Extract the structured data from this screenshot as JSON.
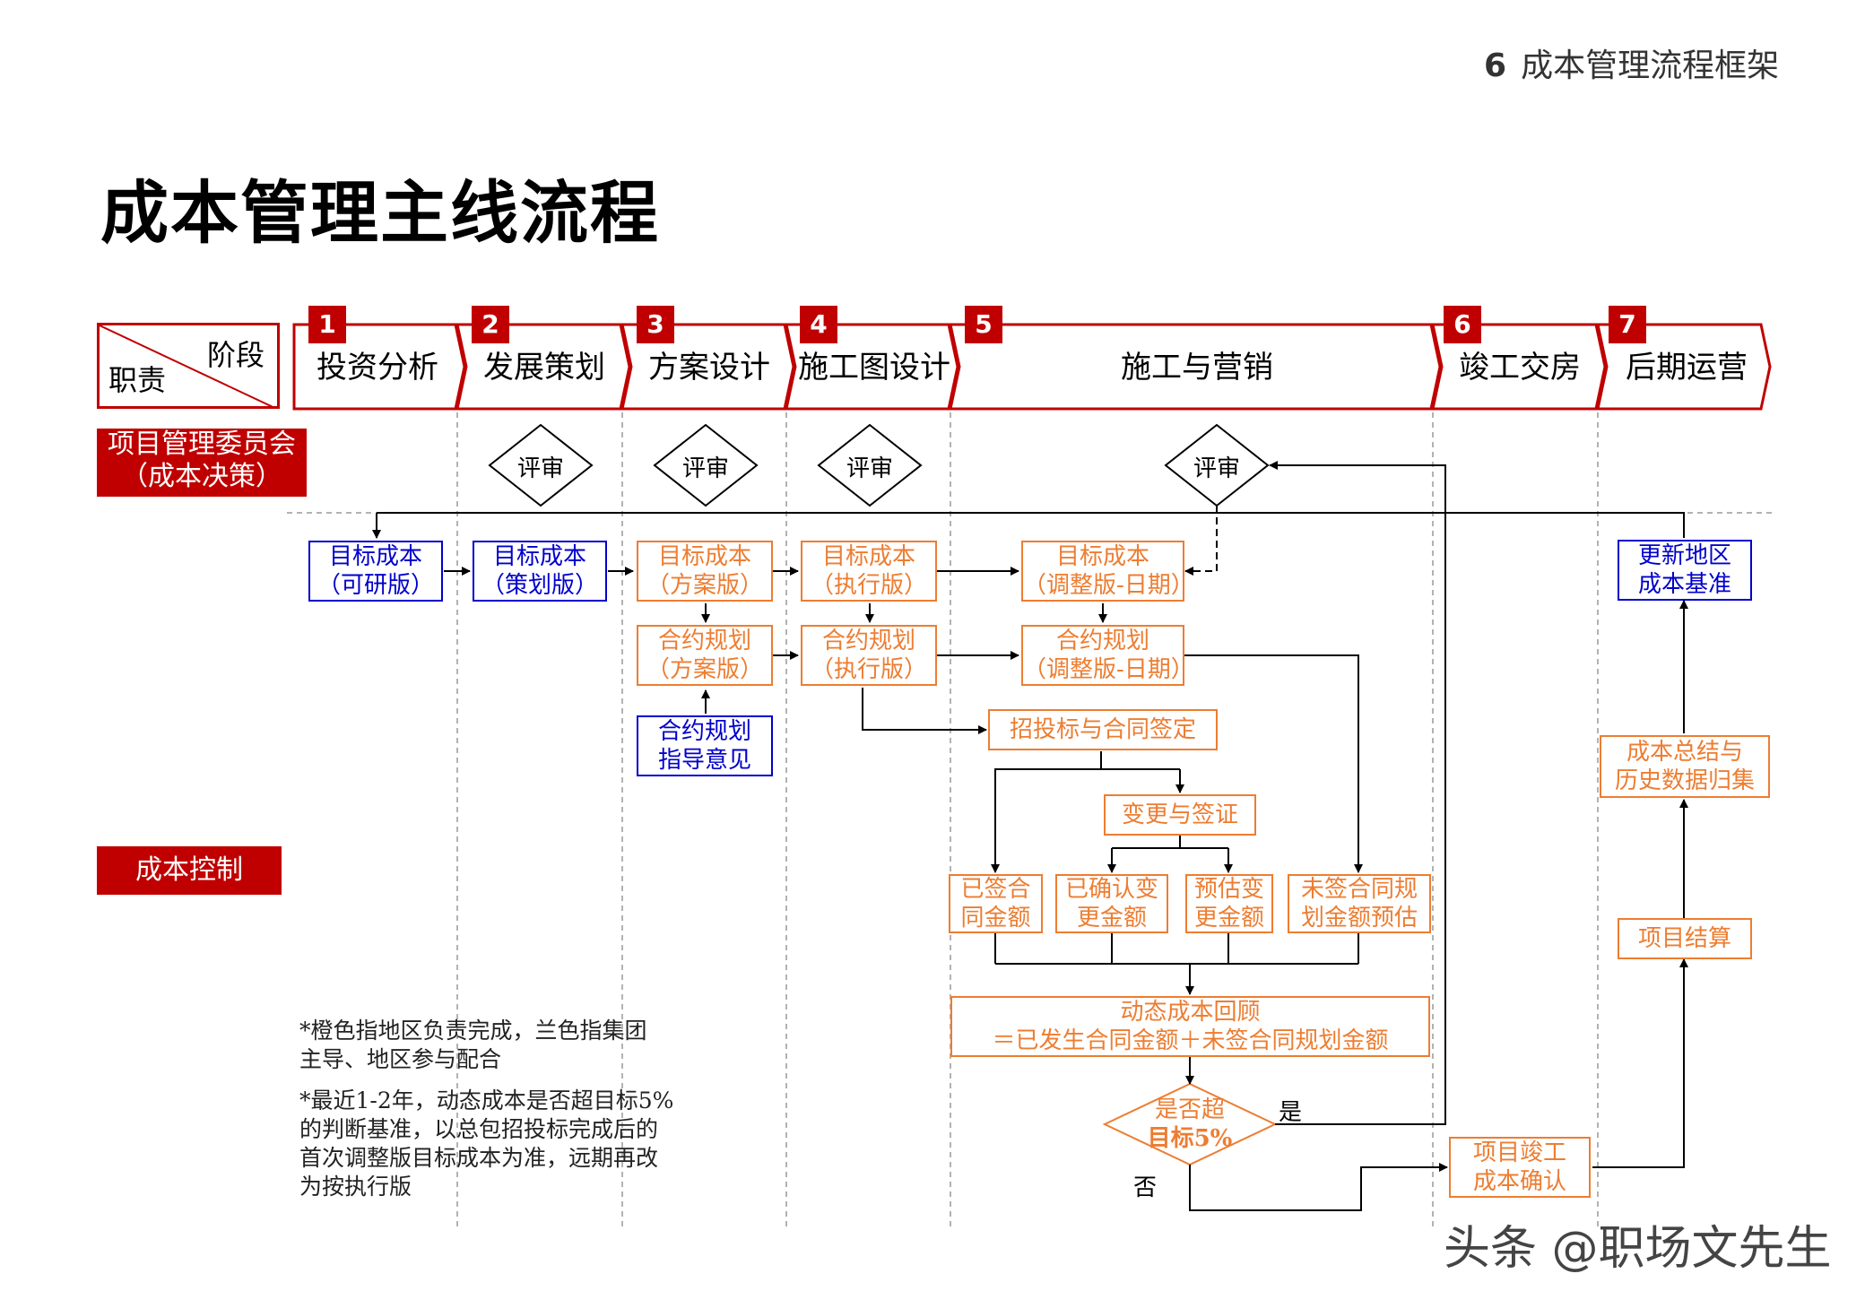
{
  "header": {
    "section_no": "6",
    "section_title": "成本管理流程框架"
  },
  "title": "成本管理主线流程",
  "corner": {
    "stage": "阶段",
    "role": "职责"
  },
  "stages": [
    {
      "no": "1",
      "name": "投资分析"
    },
    {
      "no": "2",
      "name": "发展策划"
    },
    {
      "no": "3",
      "name": "方案设计"
    },
    {
      "no": "4",
      "name": "施工图设计"
    },
    {
      "no": "5",
      "name": "施工与营销"
    },
    {
      "no": "6",
      "name": "竣工交房"
    },
    {
      "no": "7",
      "name": "后期运营"
    }
  ],
  "roles": {
    "committee_line1": "项目管理委员会",
    "committee_line2": "（成本决策）",
    "control": "成本控制"
  },
  "review": "评审",
  "nodes": {
    "tc_feasibility": [
      "目标成本",
      "（可研版）"
    ],
    "tc_planning": [
      "目标成本",
      "（策划版）"
    ],
    "tc_scheme": [
      "目标成本",
      "（方案版）"
    ],
    "tc_exec": [
      "目标成本",
      "（执行版）"
    ],
    "tc_adjust": [
      "目标成本",
      "（调整版-日期）"
    ],
    "cp_scheme": [
      "合约规划",
      "（方案版）"
    ],
    "cp_exec": [
      "合约规划",
      "（执行版）"
    ],
    "cp_adjust": [
      "合约规划",
      "（调整版-日期）"
    ],
    "cp_guide": [
      "合约规划",
      "指导意见"
    ],
    "bidding": "招投标与合同签定",
    "change": "变更与签证",
    "signed": [
      "已签合",
      "同金额"
    ],
    "confirmed": [
      "已确认变",
      "更金额"
    ],
    "estimated": [
      "预估变",
      "更金额"
    ],
    "unsigned": [
      "未签合同规",
      "划金额预估"
    ],
    "dynamic": [
      "动态成本回顾",
      "＝已发生合同金额＋未签合同规划金额"
    ],
    "exceed": [
      "是否超",
      "目标5%"
    ],
    "yes": "是",
    "no": "否",
    "completion": [
      "项目竣工",
      "成本确认"
    ],
    "settlement": "项目结算",
    "summary": [
      "成本总结与",
      "历史数据归集"
    ],
    "update": [
      "更新地区",
      "成本基准"
    ]
  },
  "notes": {
    "note1": [
      "*橙色指地区负责完成，兰色指集团",
      "主导、地区参与配合"
    ],
    "note2": [
      "*最近1-2年，动态成本是否超目标5%",
      "的判断基准，以总包招投标完成后的",
      "首次调整版目标成本为准，远期再改",
      "为按执行版"
    ]
  },
  "watermark": "头条 @职场文先生",
  "colors": {
    "red": "#c00000",
    "orange": "#ed7d31",
    "blue": "#0000cc"
  }
}
